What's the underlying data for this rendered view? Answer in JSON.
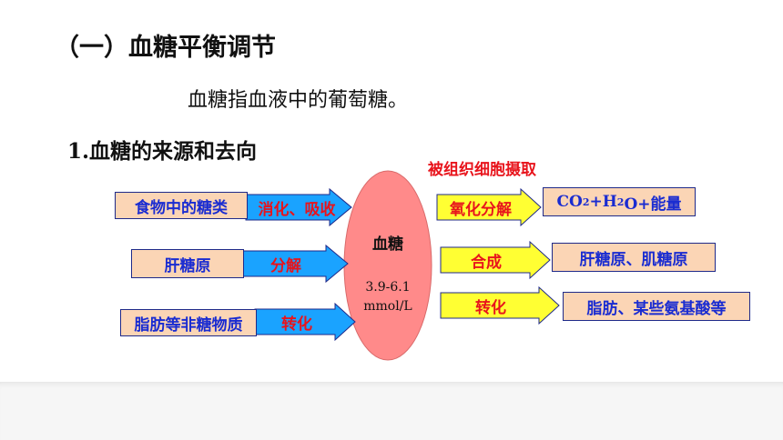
{
  "title": "（一）血糖平衡调节",
  "definition": "血糖指血液中的葡萄糖。",
  "subtitle": "1.血糖的来源和去向",
  "center": {
    "label": "血糖",
    "range": "3.9-6.1",
    "unit": "mmol/L",
    "fill": "#ff8a8a"
  },
  "sources": [
    {
      "box": "食物中的糖类",
      "process": "消化、吸收"
    },
    {
      "box": "肝糖原",
      "process": "分解"
    },
    {
      "box": "脂肪等非糖物质",
      "process": "转化"
    }
  ],
  "destinations_header": "被组织细胞摄取",
  "destinations": [
    {
      "process": "氧化分解",
      "box_parts": [
        "CO",
        "2",
        "+H",
        "2",
        "O+能量"
      ]
    },
    {
      "process": "合成",
      "box": "肝糖原、肌糖原"
    },
    {
      "process": "转化",
      "box": "脂肪、某些氨基酸等"
    }
  ],
  "colors": {
    "source_arrow": "#1aa3ff",
    "dest_arrow": "#ffff33",
    "box_fill": "#fbd5b5",
    "box_text": "#1a2cd1",
    "process_red": "#e8141c"
  }
}
